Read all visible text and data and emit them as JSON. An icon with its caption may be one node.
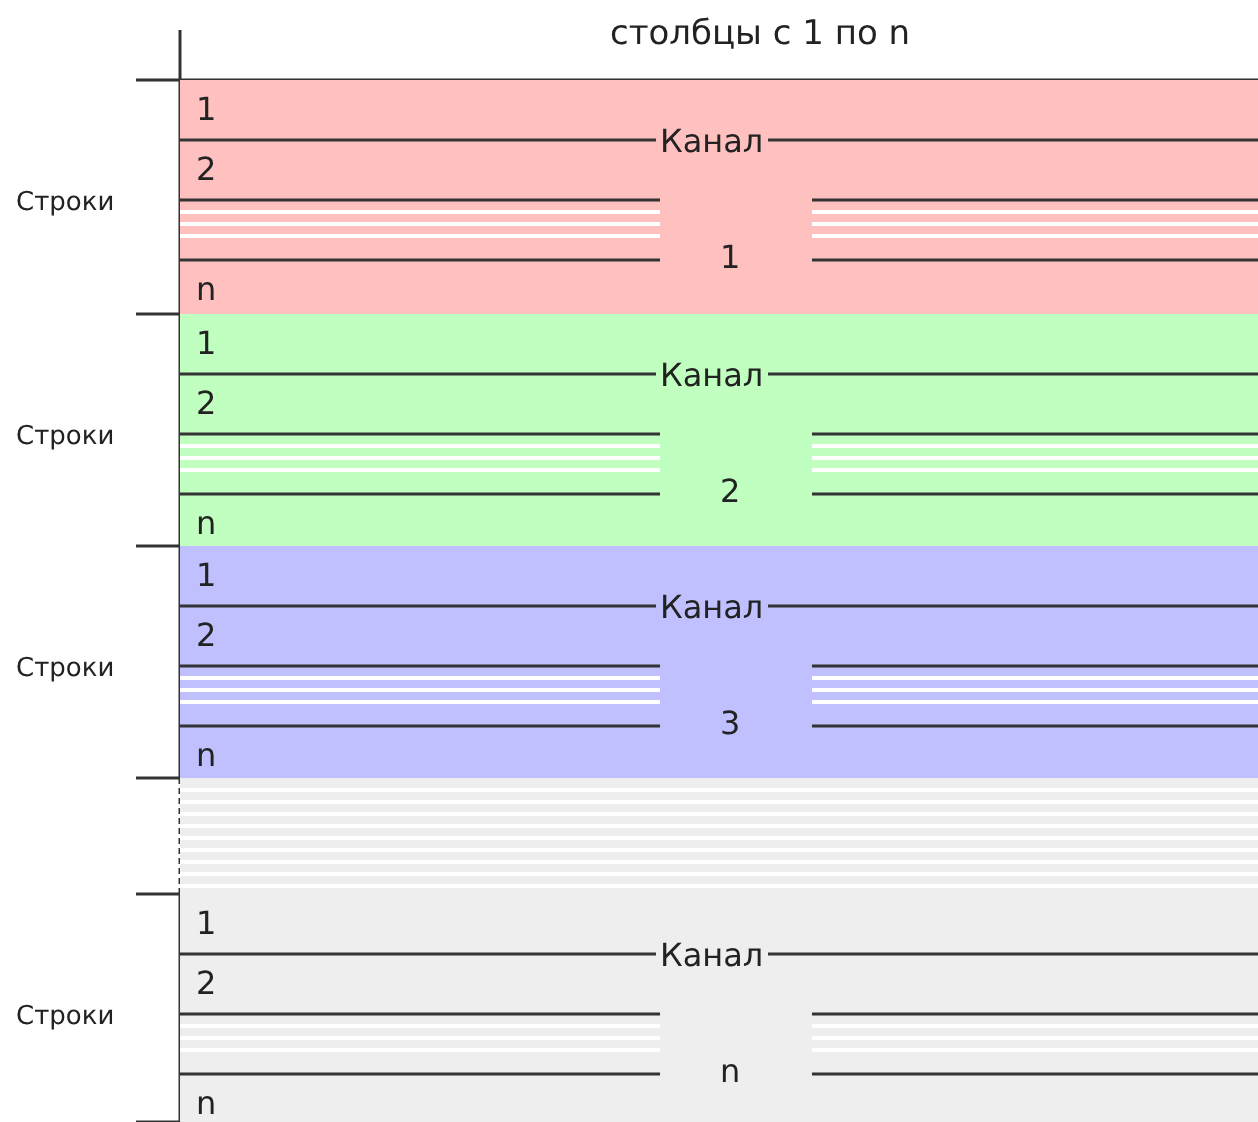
{
  "diagram": {
    "title": "столбцы с 1 по n",
    "nodes": [
      {
        "text": [
          "Канал",
          "1"
        ],
        "beside": [
          "Строки"
        ]
      },
      {
        "text": [
          "Канал",
          "2"
        ],
        "beside": [
          "Строки"
        ]
      },
      {
        "text": [
          "Канал",
          "3"
        ],
        "beside": [
          "Строки"
        ]
      },
      {
        "text": [],
        "shape": "bar"
      },
      {
        "text": [
          "Канал",
          "n"
        ],
        "beside": [
          "Строки"
        ]
      }
    ],
    "edges": [],
    "labels": [
      "1",
      "2",
      "n",
      "1",
      "2",
      "n",
      "1",
      "2",
      "n",
      "1",
      "2",
      "n"
    ]
  }
}
